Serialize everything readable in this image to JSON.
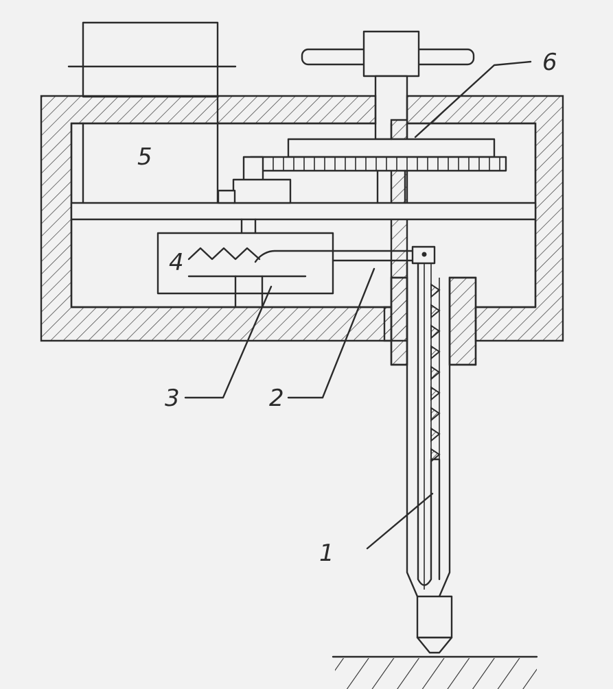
{
  "diagram": {
    "labels": {
      "l1": "1",
      "l2": "2",
      "l3": "3",
      "l4": "4",
      "l5": "5",
      "l6": "6"
    }
  }
}
